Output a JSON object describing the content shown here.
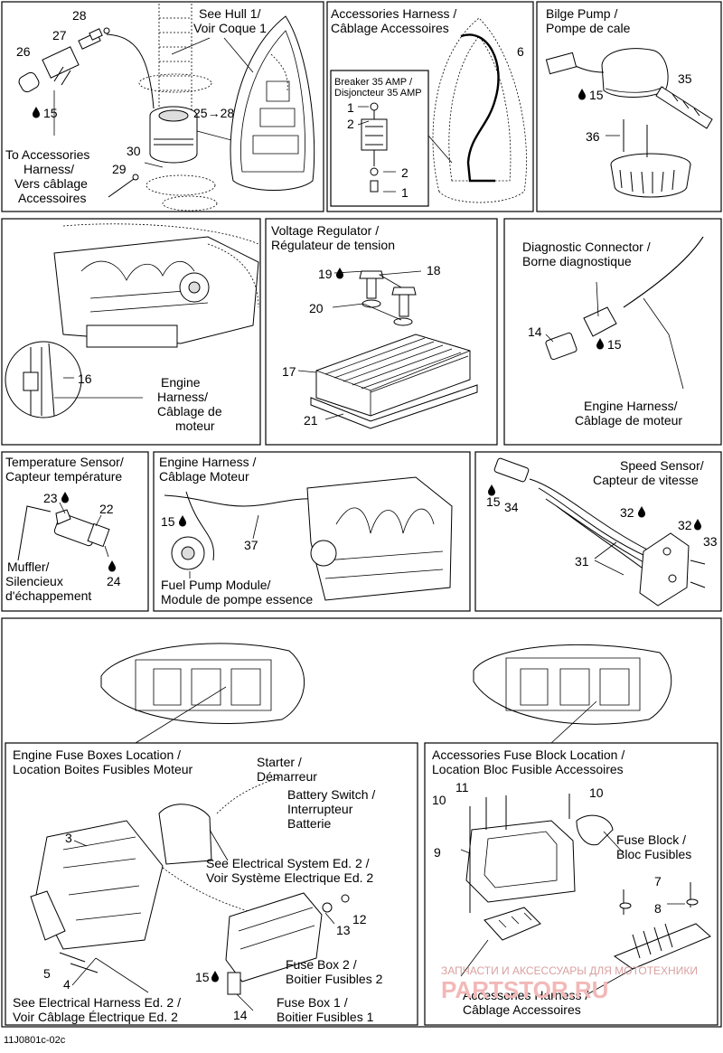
{
  "labels": {
    "hull": [
      "See Hull 1/",
      "Voir Coque 1"
    ],
    "acc_harness_top": [
      "Accessories Harness /",
      "Câblage Accessoires"
    ],
    "breaker": [
      "Breaker 35 AMP /",
      "Disjoncteur 35 AMP"
    ],
    "bilge": [
      "Bilge Pump /",
      "Pompe de cale"
    ],
    "to_acc": [
      "To Accessories",
      "Harness/",
      "Vers câblage",
      "Accessoires"
    ],
    "voltage": [
      "Voltage Regulator /",
      "Régulateur de tension"
    ],
    "diag": [
      "Diagnostic Connector /",
      "Borne diagnostique"
    ],
    "engine_harness_1": [
      "Engine",
      "Harness/",
      "Câblage de",
      "moteur"
    ],
    "engine_harness_2": [
      "Engine Harness/",
      "Câblage de moteur"
    ],
    "temp": [
      "Temperature Sensor/",
      "Capteur température"
    ],
    "engine_harness_3": [
      "Engine Harness /",
      "Câblage Moteur"
    ],
    "speed": [
      "Speed Sensor/",
      "Capteur de vitesse"
    ],
    "muffler": [
      "Muffler/",
      "Silencieux",
      "d'échappement"
    ],
    "fuel_pump": [
      "Fuel Pump Module/",
      "Module de pompe essence"
    ],
    "engine_fuse": [
      "Engine Fuse Boxes Location /",
      "Location Boites Fusibles Moteur"
    ],
    "starter": [
      "Starter /",
      "Démarreur"
    ],
    "battery": [
      "Battery Switch /",
      "Interrupteur",
      "Batterie"
    ],
    "see_elec": [
      "See Electrical System Ed. 2 /",
      "Voir Système Electrique Ed. 2"
    ],
    "fusebox2": [
      "Fuse Box 2 /",
      "Boitier Fusibles 2"
    ],
    "see_harness": [
      "See Electrical Harness Ed. 2 /",
      "Voir Câblage Électrique Ed. 2"
    ],
    "fusebox1": [
      "Fuse Box 1 /",
      "Boitier Fusibles 1"
    ],
    "acc_fuse": [
      "Accessories Fuse Block Location /",
      "Location Bloc Fusible Accessoires"
    ],
    "fuse_block": [
      "Fuse Block /",
      "Bloc Fusibles"
    ],
    "acc_harness_bottom": [
      "Accessories Harness /",
      "Câblage Accessoires"
    ],
    "watermark_small": "ЗАПЧАСТИ И АКСЕССУАРЫ ДЛЯ МОТОТЕХНИКИ",
    "watermark_big": "PARTSTOR.RU",
    "footer": "11J0801c-02c"
  },
  "callouts": {
    "p1": [
      "28",
      "27",
      "26",
      "15",
      "25→28",
      "30",
      "29"
    ],
    "p2": [
      "6",
      "1",
      "2",
      "2",
      "1"
    ],
    "p3": [
      "35",
      "15",
      "36"
    ],
    "p4": [
      "16"
    ],
    "p5": [
      "19",
      "18",
      "20",
      "17",
      "21"
    ],
    "p6": [
      "14",
      "15"
    ],
    "p7": [
      "23",
      "22",
      "24"
    ],
    "p8": [
      "15",
      "37"
    ],
    "p9": [
      "15",
      "34",
      "32",
      "32",
      "33",
      "31"
    ],
    "p10": [
      "3",
      "15",
      "13",
      "12",
      "5",
      "4",
      "14"
    ],
    "p11": [
      "11",
      "10",
      "10",
      "9",
      "7",
      "8"
    ]
  },
  "icons": [
    "sealant-drop-icon"
  ]
}
